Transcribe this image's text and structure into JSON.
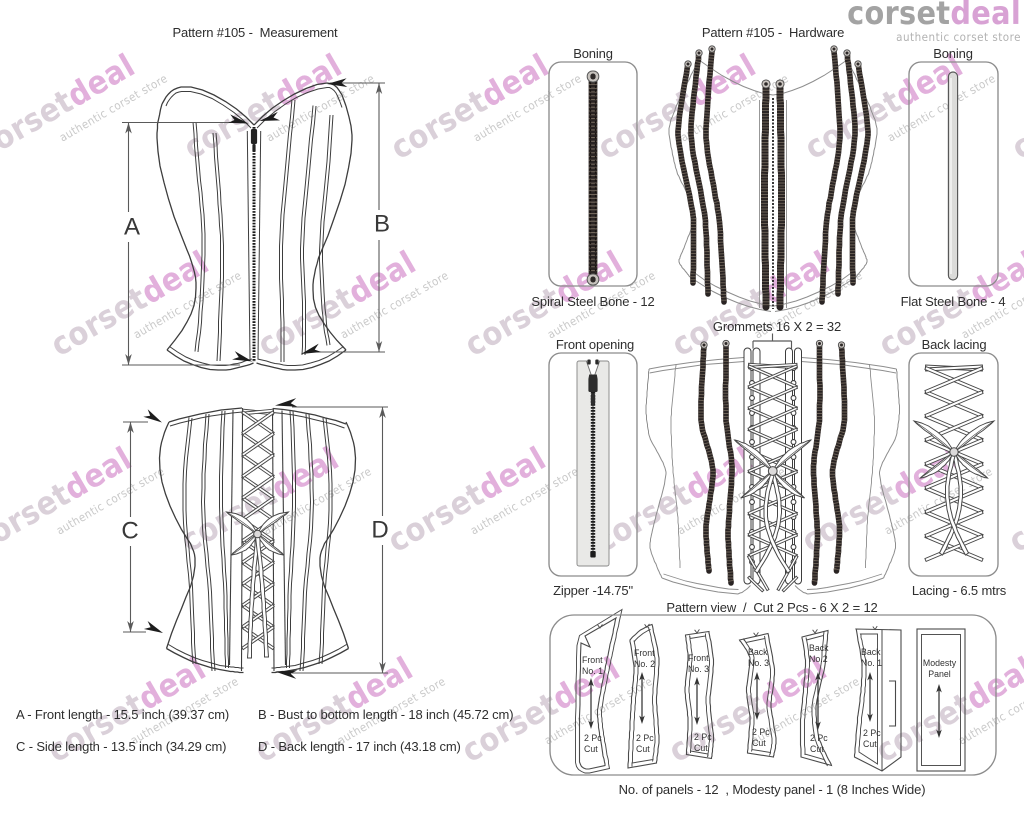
{
  "logo": {
    "brand_gray": "corset",
    "brand_pink": "deal",
    "tagline": "authentic corset store",
    "gray_color": "#a3a3a3",
    "pink_color": "#d8a2d4"
  },
  "watermark": {
    "brand_gray": "corset",
    "brand_pink": "deal",
    "tagline": "authentic corset store"
  },
  "measurement": {
    "title": "Pattern #105 -  Measurement",
    "dim_a": "A",
    "dim_b": "B",
    "dim_c": "C",
    "dim_d": "D",
    "notes": {
      "a": "A - Front length - 15.5 inch (39.37 cm)",
      "b": "B - Bust to bottom length - 18 inch (45.72 cm)",
      "c": "C - Side length - 13.5 inch (34.29 cm)",
      "d": "D - Back length - 17 inch (43.18 cm)"
    }
  },
  "hardware": {
    "title": "Pattern #105 -  Hardware",
    "spiral_boning": {
      "label": "Boning",
      "caption": "Spiral Steel Bone - 12"
    },
    "flat_boning": {
      "label": "Boning",
      "caption": "Flat Steel Bone - 4"
    },
    "front_opening": {
      "label": "Front opening",
      "caption": "Zipper -14.75\""
    },
    "back_lacing": {
      "label": "Back lacing",
      "caption": "Lacing - 6.5 mtrs"
    },
    "grommets_caption": "Grommets 16 X 2 = 32",
    "pattern_view_caption": "Pattern view  /  Cut 2 Pcs - 6 X 2 = 12",
    "panels_note": "No. of panels - 12  , Modesty panel - 1 (8 Inches Wide)",
    "panels": [
      {
        "line1": "Front",
        "line2": "No. 1",
        "cut1": "2 Pc",
        "cut2": "Cut"
      },
      {
        "line1": "Front",
        "line2": "No. 2",
        "cut1": "2 Pc",
        "cut2": "Cut"
      },
      {
        "line1": "Front",
        "line2": "No. 3",
        "cut1": "2 Pc",
        "cut2": "Cut"
      },
      {
        "line1": "Back",
        "line2": "No. 3",
        "cut1": "2 Pc",
        "cut2": "Cut"
      },
      {
        "line1": "Back",
        "line2": "No.2",
        "cut1": "2 Pc",
        "cut2": "Cut"
      },
      {
        "line1": "Back",
        "line2": "No. 1",
        "cut1": "2 Pc",
        "cut2": "Cut"
      },
      {
        "line1": "Modesty",
        "line2": "Panel",
        "cut1": "",
        "cut2": ""
      }
    ]
  }
}
